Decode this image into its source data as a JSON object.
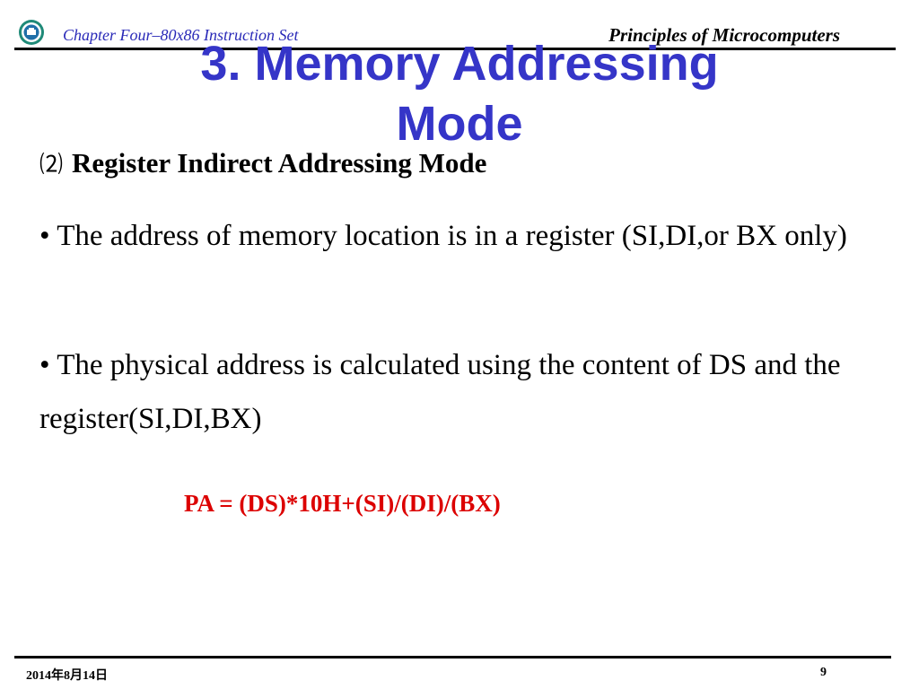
{
  "header": {
    "left": "Chapter Four–80x86 Instruction Set",
    "right": "Principles of Microcomputers",
    "logo_icon": "university-seal",
    "left_color": "#2a2ab8"
  },
  "title": {
    "line1": "3. Memory Addressing",
    "line2": "Mode",
    "color": "#3535c8"
  },
  "subheading": {
    "number": "⑵",
    "text": "Register Indirect Addressing Mode"
  },
  "bullets": [
    {
      "marker": "•",
      "text": "The address of memory location is in a register (SI,DI,or BX only)"
    },
    {
      "marker": "•",
      "text": "The physical address is calculated using the content of DS and the register(SI,DI,BX)"
    }
  ],
  "formula": {
    "text": "PA = (DS)*10H+(SI)/(DI)/(BX)",
    "color": "#dc0000"
  },
  "footer": {
    "date": "2014年8月14日",
    "page": "9"
  }
}
